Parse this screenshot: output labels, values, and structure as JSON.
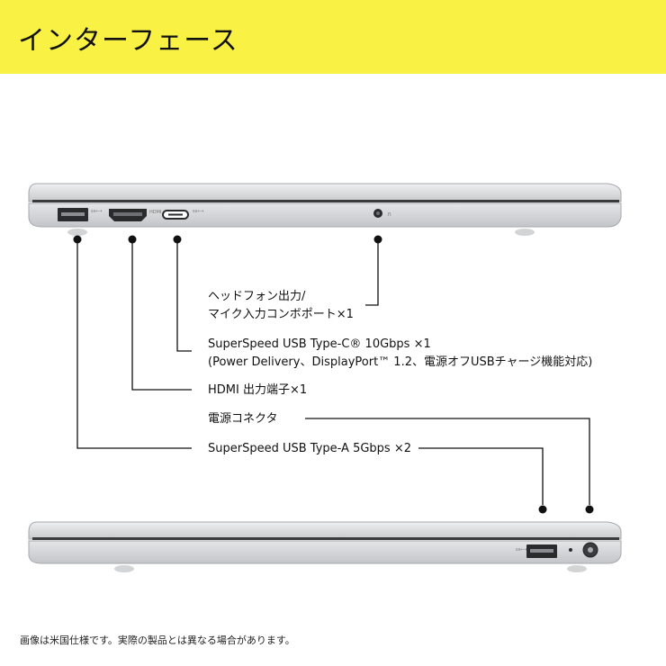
{
  "header": {
    "title": "インターフェース"
  },
  "callouts": {
    "headphone_line1": "ヘッドフォン出力/",
    "headphone_line2": "マイク入力コンボポート×1",
    "usbc_line1": "SuperSpeed USB Type-C® 10Gbps ×1",
    "usbc_line2": "(Power Delivery、DisplayPort™ 1.2、電源オフUSBチャージ機能対応)",
    "hdmi": "HDMI 出力端子×1",
    "power": "電源コネクタ",
    "usba": "SuperSpeed USB Type-A 5Gbps ×2"
  },
  "footnote": "画像は米国仕様です。実際の製品とは異なる場合があります。",
  "colors": {
    "banner": "#f9f245",
    "laptop_body": "#d9dadc",
    "line": "#111111"
  },
  "icons": [
    "usb-a-port-icon",
    "hdmi-port-icon",
    "usb-c-port-icon",
    "audio-jack-icon",
    "power-connector-icon",
    "led-indicator-icon"
  ]
}
